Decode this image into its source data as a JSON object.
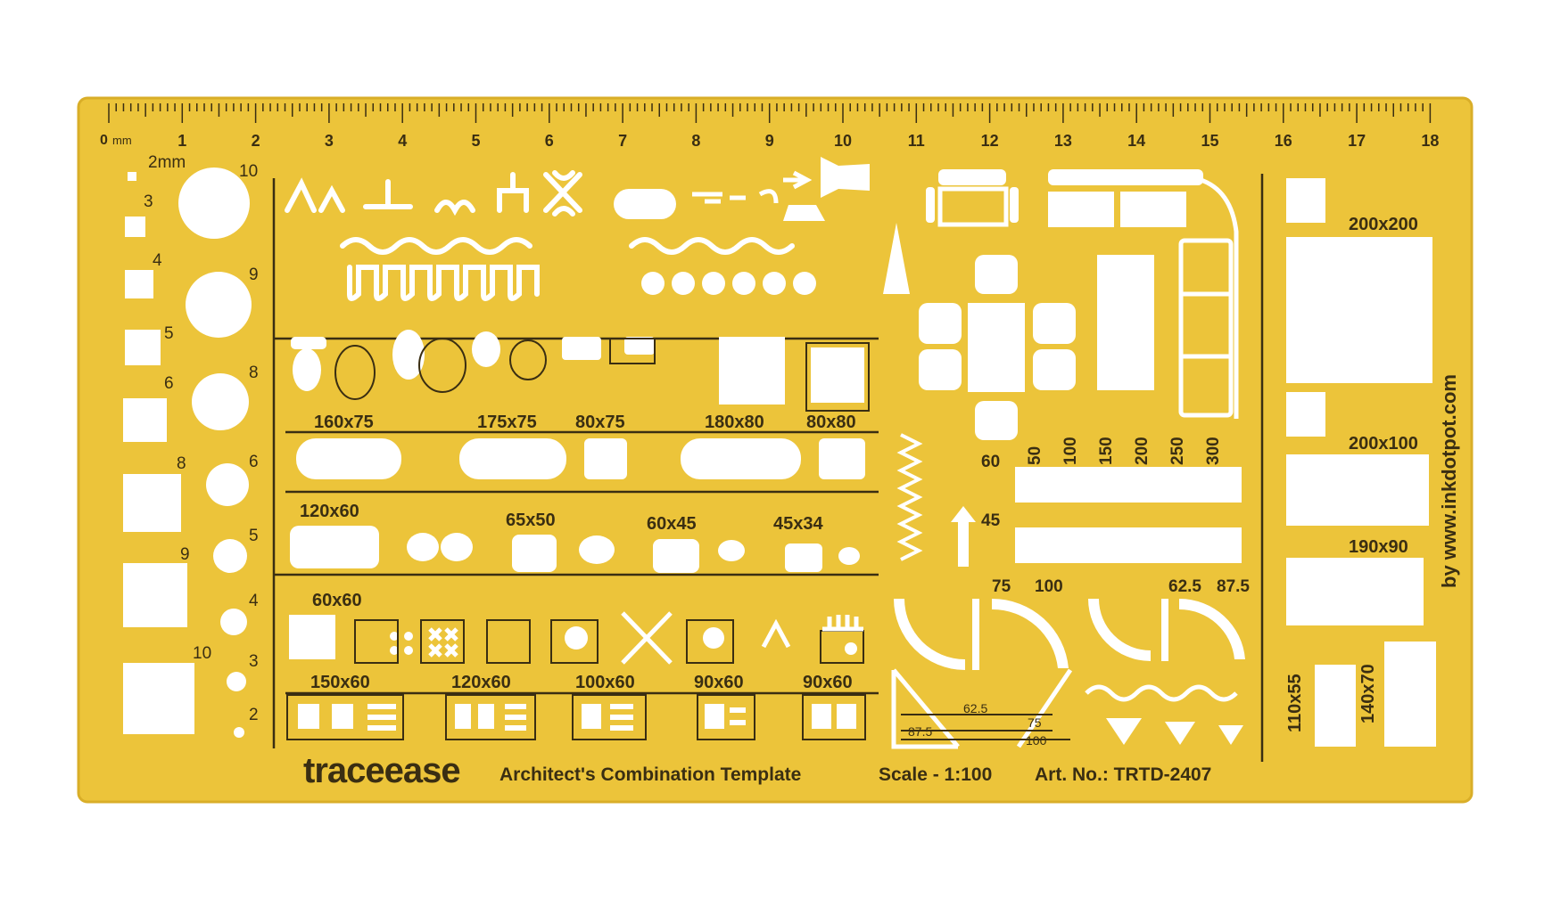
{
  "brand": {
    "name": "traceease",
    "product": "Architect's Combination Template",
    "scale": "Scale - 1:100",
    "article": "Art. No.: TRTD-2407",
    "website": "by www.inkdotpot.com"
  },
  "colors": {
    "plastic": "#ecc43a",
    "plastic_edge": "#d9ae28",
    "cutout": "#ffffff",
    "ink": "#3a2e12"
  },
  "ruler": {
    "unit_label": "0",
    "unit_suffix": "mm",
    "numbers": [
      "1",
      "2",
      "3",
      "4",
      "5",
      "6",
      "7",
      "8",
      "9",
      "10",
      "11",
      "12",
      "13",
      "14",
      "15",
      "16",
      "17",
      "18"
    ]
  },
  "left_squares": {
    "labels": [
      "2mm",
      "3",
      "4",
      "5",
      "6",
      "8",
      "9",
      "10"
    ]
  },
  "left_circles": {
    "labels": [
      "10",
      "9",
      "8",
      "6",
      "5",
      "4",
      "3",
      "2"
    ]
  },
  "bath_labels": {
    "row1": [
      "160x75",
      "175x75",
      "80x75",
      "180x80",
      "80x80"
    ],
    "row2": [
      "120x60",
      "65x50",
      "60x45",
      "45x34"
    ],
    "row3": [
      "60x60"
    ],
    "row4": [
      "150x60",
      "120x60",
      "100x60",
      "90x60",
      "90x60"
    ]
  },
  "furniture_labels": {
    "bed_top": [
      "50",
      "100",
      "150",
      "200",
      "250",
      "300"
    ],
    "side": [
      "60",
      "45"
    ],
    "doors_left": [
      "75",
      "100"
    ],
    "doors_right": [
      "62.5",
      "87.5"
    ],
    "stair_marks": [
      "62.5",
      "75",
      "87.5",
      "100"
    ]
  },
  "right_labels": {
    "boxes": [
      "200x200",
      "200x100",
      "190x90"
    ],
    "vertical": [
      "110x55",
      "140x70"
    ]
  }
}
